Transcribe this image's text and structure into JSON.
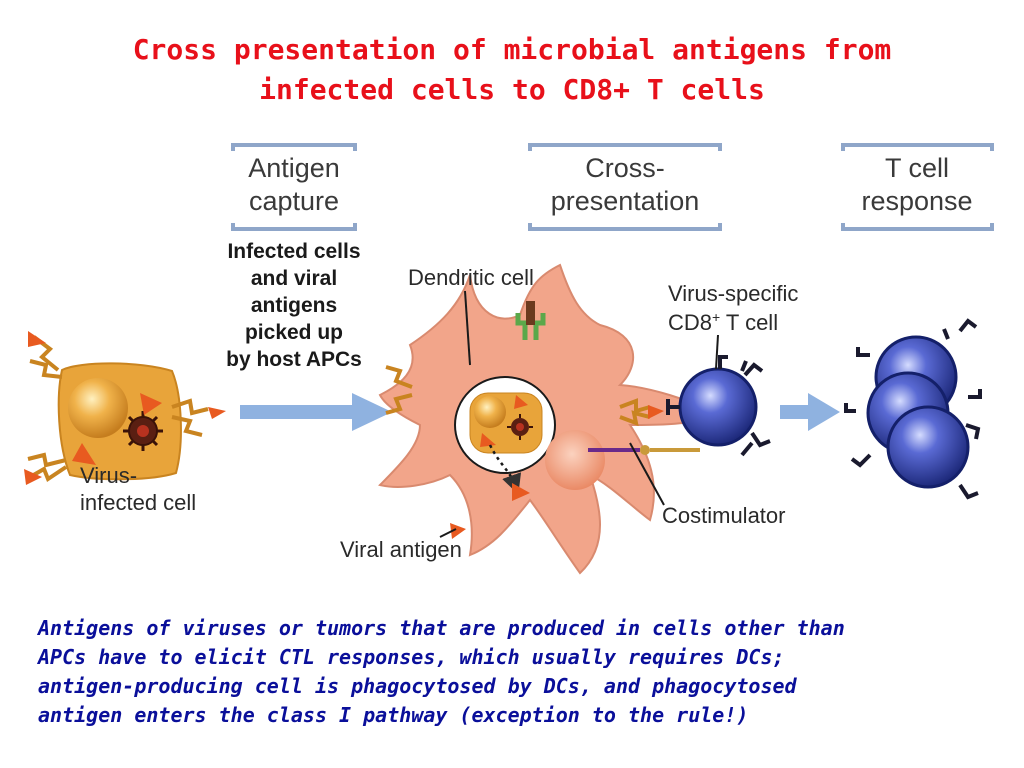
{
  "title": {
    "line1": "Cross presentation of microbial antigens from",
    "line2": "infected cells to CD8+ T cells"
  },
  "stages": {
    "capture": [
      "Antigen",
      "capture"
    ],
    "cross": [
      "Cross-",
      "presentation"
    ],
    "response": [
      "T cell",
      "response"
    ]
  },
  "labels": {
    "pickup": [
      "Infected cells",
      "and viral",
      "antigens",
      "picked up",
      "by host APCs"
    ],
    "dendritic": "Dendritic cell",
    "virus_specific": "Virus-specific",
    "cd8": "CD8",
    "cd8_sup": "+",
    "t_cell": " T cell",
    "virus_infected": [
      "Virus-",
      "infected cell"
    ],
    "costimulator": "Costimulator",
    "viral_antigen": "Viral antigen"
  },
  "caption": [
    "Antigens of viruses or tumors that are produced in cells other than",
    "APCs have to elicit CTL responses, which usually requires DCs;",
    "antigen-producing cell is phagocytosed by DCs, and phagocytosed",
    "antigen enters the class I pathway (exception to the rule!)"
  ],
  "colors": {
    "title": "#e8101a",
    "caption": "#0a0f9a",
    "dendritic_cell": "#f2a58a",
    "infected_cell": "#e8a43a",
    "t_cell": "#2b3a9c",
    "arrow": "#8fb2e0"
  }
}
